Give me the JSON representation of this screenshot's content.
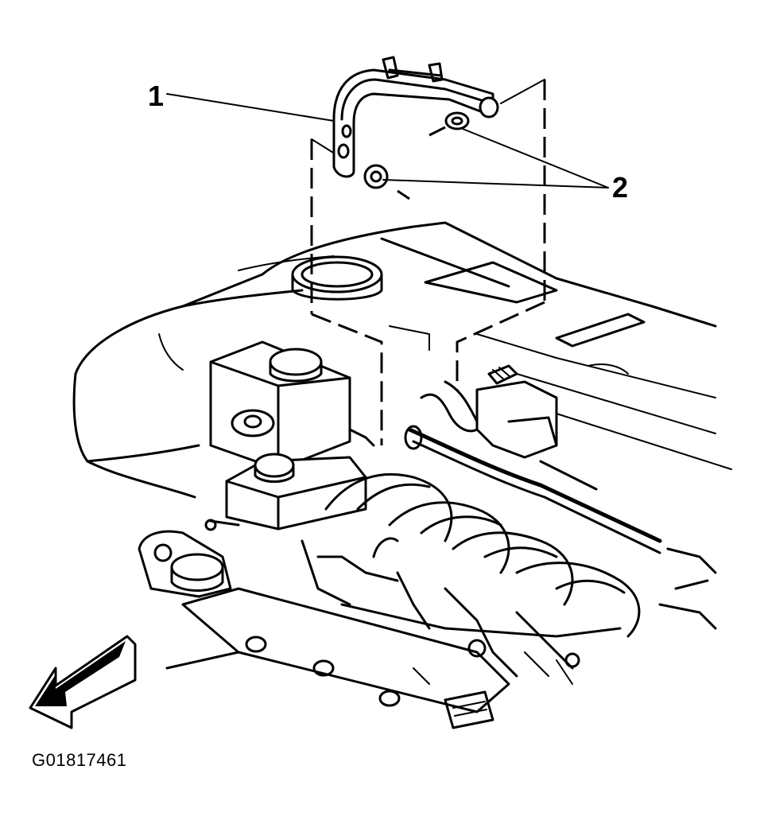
{
  "callouts": [
    {
      "id": "1",
      "label": "1"
    },
    {
      "id": "2",
      "label": "2"
    }
  ],
  "figure_id": "G01817461",
  "colors": {
    "ink": "#000000",
    "paper": "#ffffff"
  },
  "icons": [
    "forward-direction-arrow-icon"
  ]
}
